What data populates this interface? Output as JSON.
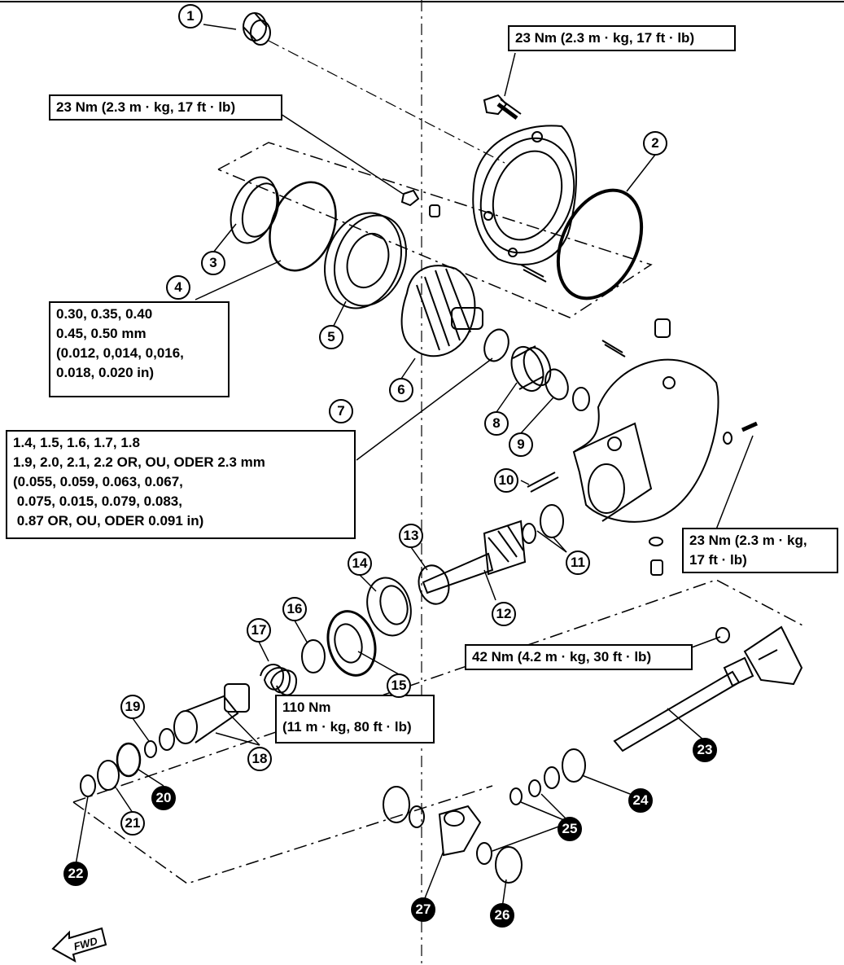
{
  "spec_boxes": {
    "torque_top_right": "23 Nm (2.3 m · kg, 17 ft · lb)",
    "torque_top_left": "23 Nm (2.3 m · kg, 17 ft · lb)",
    "shim4_sizes": "0.30, 0.35, 0.40\n0.45, 0.50 mm\n(0.012, 0,014, 0,016,\n0.018, 0.020 in)",
    "shim7_sizes": "1.4, 1.5, 1.6, 1.7, 1.8\n1.9, 2.0, 2.1, 2.2 OR, OU, ODER 2.3 mm\n(0.055, 0.059, 0.063, 0.067,\n 0.075, 0.015, 0.079, 0.083,\n 0.87 OR, OU, ODER 0.091 in)",
    "torque_housing": "23 Nm (2.3 m · kg,\n17 ft · lb)",
    "torque_42": "42 Nm (4.2 m · kg, 30 ft · lb)",
    "torque_110": "110 Nm\n(11 m · kg, 80 ft · lb)"
  },
  "callouts": [
    "1",
    "2",
    "3",
    "4",
    "5",
    "6",
    "7",
    "8",
    "9",
    "10",
    "11",
    "12",
    "13",
    "14",
    "15",
    "16",
    "17",
    "18",
    "19",
    "20",
    "21",
    "22",
    "23",
    "24",
    "25",
    "26",
    "27"
  ],
  "direction_label": "FWD"
}
